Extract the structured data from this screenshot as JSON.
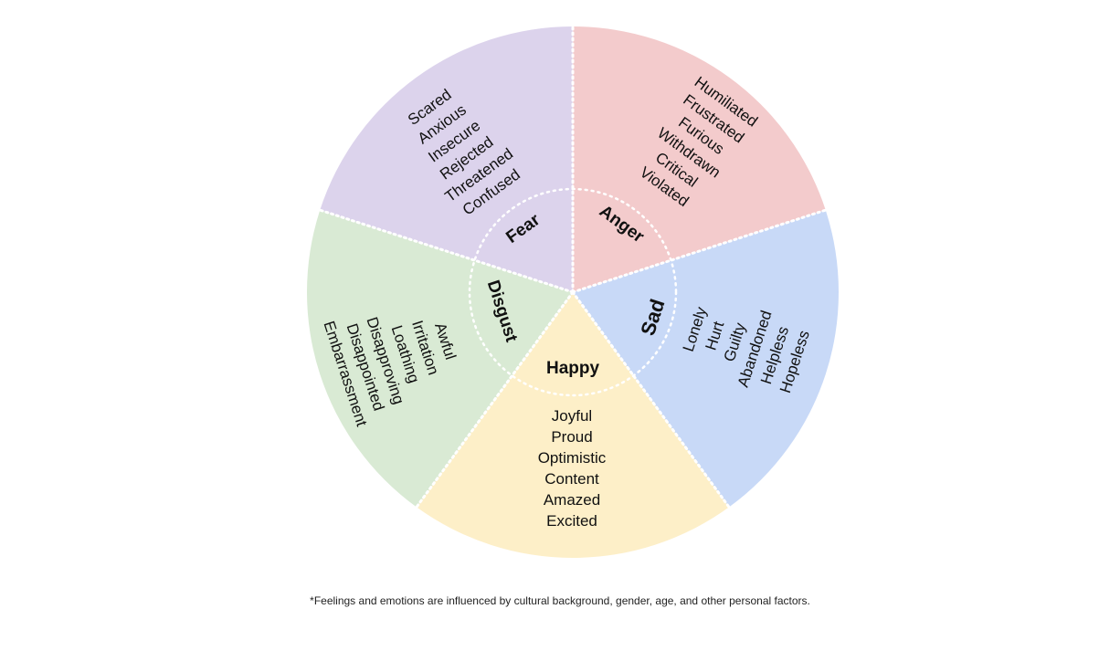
{
  "categories": [
    {
      "key": "fear",
      "label": "Fear",
      "color": "#DCD3EC",
      "words": [
        "Scared",
        "Anxious",
        "Insecure",
        "Rejected",
        "Threatened",
        "Confused"
      ]
    },
    {
      "key": "anger",
      "label": "Anger",
      "color": "#F3CBCC",
      "words": [
        "Humiliated",
        "Frustrated",
        "Furious",
        "Withdrawn",
        "Critical",
        "Violated"
      ]
    },
    {
      "key": "sad",
      "label": "Sad",
      "color": "#C8D9F7",
      "words": [
        "Lonely",
        "Hurt",
        "Guilty",
        "Abandoned",
        "Helpless",
        "Hopeless"
      ]
    },
    {
      "key": "happy",
      "label": "Happy",
      "color": "#FDEFC8",
      "words": [
        "Joyful",
        "Proud",
        "Optimistic",
        "Content",
        "Amazed",
        "Excited"
      ]
    },
    {
      "key": "disgust",
      "label": "Disgust",
      "color": "#D9EAD4",
      "words": [
        "Awful",
        "Irritation",
        "Loathing",
        "Disapproving",
        "Disappointed",
        "Embarrassment"
      ]
    }
  ],
  "footnote": "*Feelings and emotions are influenced by cultural background, gender, age, and other personal factors."
}
